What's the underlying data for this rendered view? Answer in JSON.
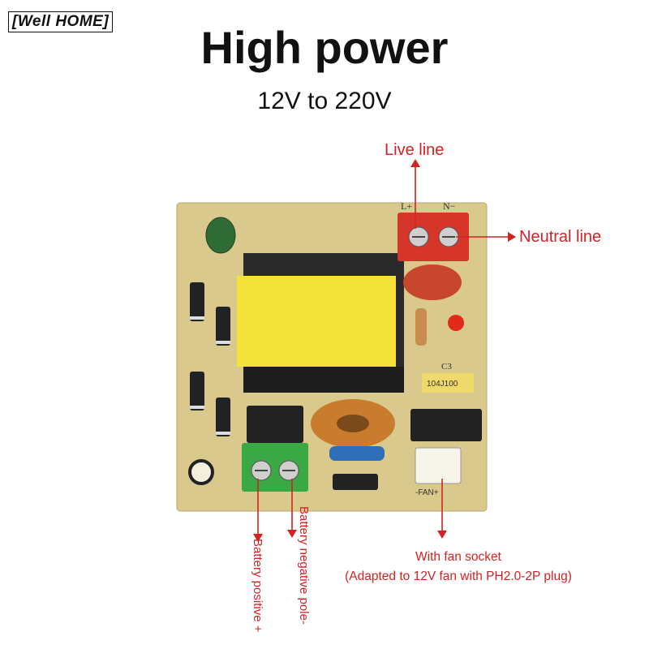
{
  "brand": "[Well HOME]",
  "title": "High power",
  "subtitle": "12V to 220V",
  "labels": {
    "live_line": "Live line",
    "neutral_line": "Neutral line",
    "fan_socket": "With fan socket",
    "fan_note": "(Adapted to 12V fan with PH2.0-2P plug)",
    "battery_positive": "Battery positive +",
    "battery_negative": "Battery negative pole-"
  },
  "board_text": {
    "l_plus": "L+",
    "n_minus": "N−",
    "fan_silk": "-FAN+",
    "cap_code": "104J100",
    "c3": "C3"
  },
  "colors": {
    "accent_red": "#d32222",
    "board": "#d9c98c",
    "transformer": "#f2e23a",
    "terminal_red": "#d6362a",
    "terminal_green": "#3aa845"
  }
}
